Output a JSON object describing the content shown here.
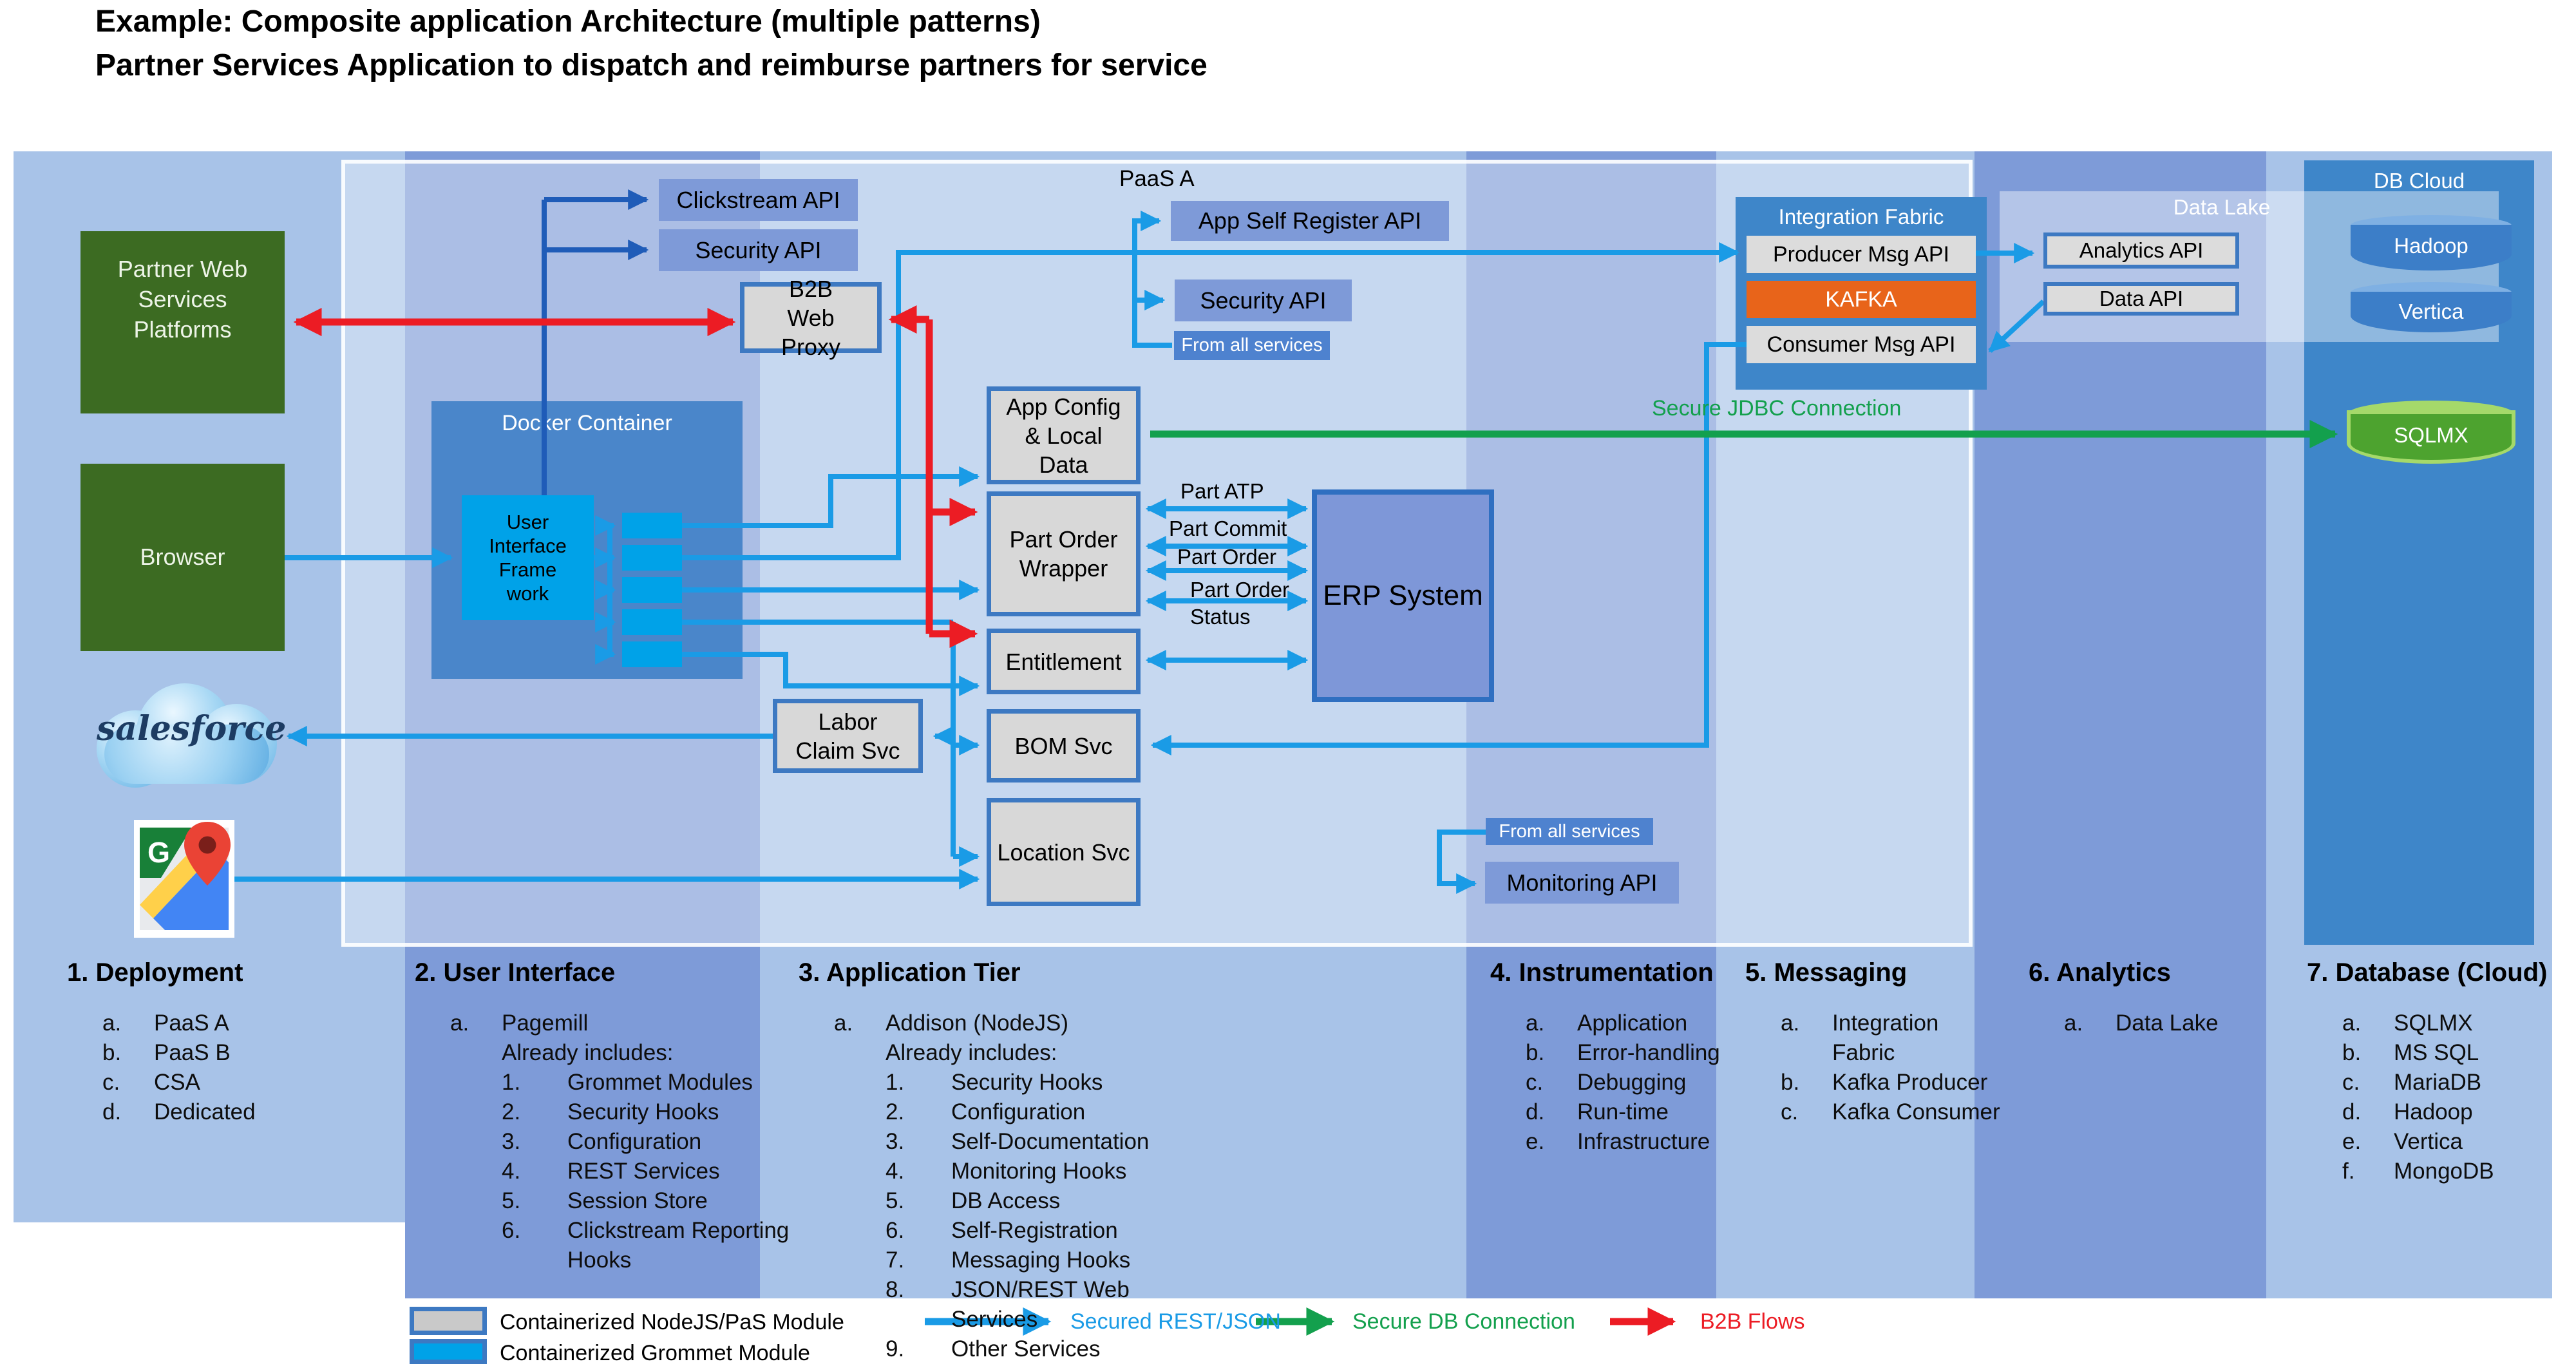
{
  "title": {
    "line1": "Example: Composite application Architecture (multiple patterns)",
    "line2": "Partner Services Application to dispatch and reimburse partners for service"
  },
  "sources": {
    "partner": "Partner Web Services Platforms",
    "browser": "Browser",
    "salesforce": "salesforce"
  },
  "docker": {
    "title": "Docker Container",
    "uif": "User Interface Frame work"
  },
  "apis": {
    "clickstream": "Clickstream API",
    "security": "Security API"
  },
  "paas": {
    "label": "PaaS A",
    "app_self_register": "App Self Register API",
    "security": "Security API",
    "from_all_services": "From all services"
  },
  "services": {
    "b2b": "B2B Web Proxy",
    "app_config": "App Config & Local Data",
    "part_order_wrapper": "Part Order Wrapper",
    "entitlement": "Entitlement",
    "bom": "BOM Svc",
    "location": "Location Svc",
    "labor": "Labor Claim Svc"
  },
  "erp": {
    "label": "ERP System",
    "flows": [
      "Part ATP",
      "Part Commit",
      "Part Order",
      "Part Order Status"
    ]
  },
  "integration": {
    "title": "Integration Fabric",
    "producer": "Producer Msg API",
    "kafka": "KAFKA",
    "consumer": "Consumer Msg API"
  },
  "datalake": {
    "label": "Data Lake",
    "analytics_api": "Analytics API",
    "data_api": "Data API"
  },
  "dbcloud": {
    "label": "DB Cloud",
    "hadoop": "Hadoop",
    "vertica": "Vertica",
    "sqlmx": "SQLMX"
  },
  "monitoring": {
    "from_all_services": "From all services",
    "api": "Monitoring API"
  },
  "jdbc_label": "Secure JDBC Connection",
  "columns": [
    {
      "title": "1. Deployment",
      "items": [
        {
          "k": "a.",
          "t": "PaaS A",
          "lv": "a"
        },
        {
          "k": "b.",
          "t": "PaaS B",
          "lv": "a"
        },
        {
          "k": "c.",
          "t": "CSA",
          "lv": "a"
        },
        {
          "k": "d.",
          "t": "Dedicated",
          "lv": "a"
        }
      ]
    },
    {
      "title": "2. User Interface",
      "items": [
        {
          "k": "a.",
          "t": "Pagemill",
          "lv": "a"
        },
        {
          "k": "",
          "t": "Already includes:",
          "lv": "t"
        },
        {
          "k": "1.",
          "t": "Grommet Modules",
          "lv": "n"
        },
        {
          "k": "2.",
          "t": "Security Hooks",
          "lv": "n"
        },
        {
          "k": "3.",
          "t": "Configuration",
          "lv": "n"
        },
        {
          "k": "4.",
          "t": "REST Services",
          "lv": "n"
        },
        {
          "k": "5.",
          "t": "Session Store",
          "lv": "n"
        },
        {
          "k": "6.",
          "t": "Clickstream Reporting Hooks",
          "lv": "n"
        }
      ]
    },
    {
      "title": "3. Application Tier",
      "items": [
        {
          "k": "a.",
          "t": "Addison (NodeJS)",
          "lv": "a"
        },
        {
          "k": "",
          "t": "Already includes:",
          "lv": "t"
        },
        {
          "k": "1.",
          "t": "Security Hooks",
          "lv": "n"
        },
        {
          "k": "2.",
          "t": "Configuration",
          "lv": "n"
        },
        {
          "k": "3.",
          "t": "Self-Documentation",
          "lv": "n"
        },
        {
          "k": "4.",
          "t": "Monitoring Hooks",
          "lv": "n"
        },
        {
          "k": "5.",
          "t": "DB Access",
          "lv": "n"
        },
        {
          "k": "6.",
          "t": "Self-Registration",
          "lv": "n"
        },
        {
          "k": "7.",
          "t": "Messaging Hooks",
          "lv": "n"
        },
        {
          "k": "8.",
          "t": "JSON/REST Web Services",
          "lv": "n"
        },
        {
          "k": "9.",
          "t": "Other Services",
          "lv": "n"
        }
      ]
    },
    {
      "title": "4. Instrumentation",
      "items": [
        {
          "k": "a.",
          "t": "Application",
          "lv": "a"
        },
        {
          "k": "b.",
          "t": "Error-handling",
          "lv": "a"
        },
        {
          "k": "c.",
          "t": "Debugging",
          "lv": "a"
        },
        {
          "k": "d.",
          "t": "Run-time",
          "lv": "a"
        },
        {
          "k": "e.",
          "t": "Infrastructure",
          "lv": "a"
        }
      ]
    },
    {
      "title": "5. Messaging",
      "items": [
        {
          "k": "a.",
          "t": "Integration Fabric",
          "lv": "a"
        },
        {
          "k": "b.",
          "t": "Kafka Producer",
          "lv": "a"
        },
        {
          "k": "c.",
          "t": "Kafka Consumer",
          "lv": "a"
        }
      ]
    },
    {
      "title": "6. Analytics",
      "items": [
        {
          "k": "a.",
          "t": "Data Lake",
          "lv": "a"
        }
      ]
    },
    {
      "title": "7. Database (Cloud)",
      "items": [
        {
          "k": "a.",
          "t": "SQLMX",
          "lv": "a"
        },
        {
          "k": "b.",
          "t": "MS SQL",
          "lv": "a"
        },
        {
          "k": "c.",
          "t": "MariaDB",
          "lv": "a"
        },
        {
          "k": "d.",
          "t": "Hadoop",
          "lv": "a"
        },
        {
          "k": "e.",
          "t": "Vertica",
          "lv": "a"
        },
        {
          "k": "f.",
          "t": "MongoDB",
          "lv": "a"
        }
      ]
    }
  ],
  "legend": {
    "nodejs": "Containerized NodeJS/PaS Module",
    "grommet": "Containerized Grommet Module",
    "rest": "Secured REST/JSON",
    "db": "Secure DB Connection",
    "b2b": "B2B Flows"
  },
  "colors": {
    "rest_line": "#1a9be6",
    "db_line": "#13a04d",
    "b2b_line": "#ec1c24",
    "clickstream_line": "#1f5cb8",
    "kafka": "#e8641a",
    "grommet_module": "#00a2e8",
    "panel_blue": "#3e86c9",
    "band_light": "#a8c3e8",
    "band_dark": "#7e9bd8",
    "source_green": "#3c6b22"
  }
}
